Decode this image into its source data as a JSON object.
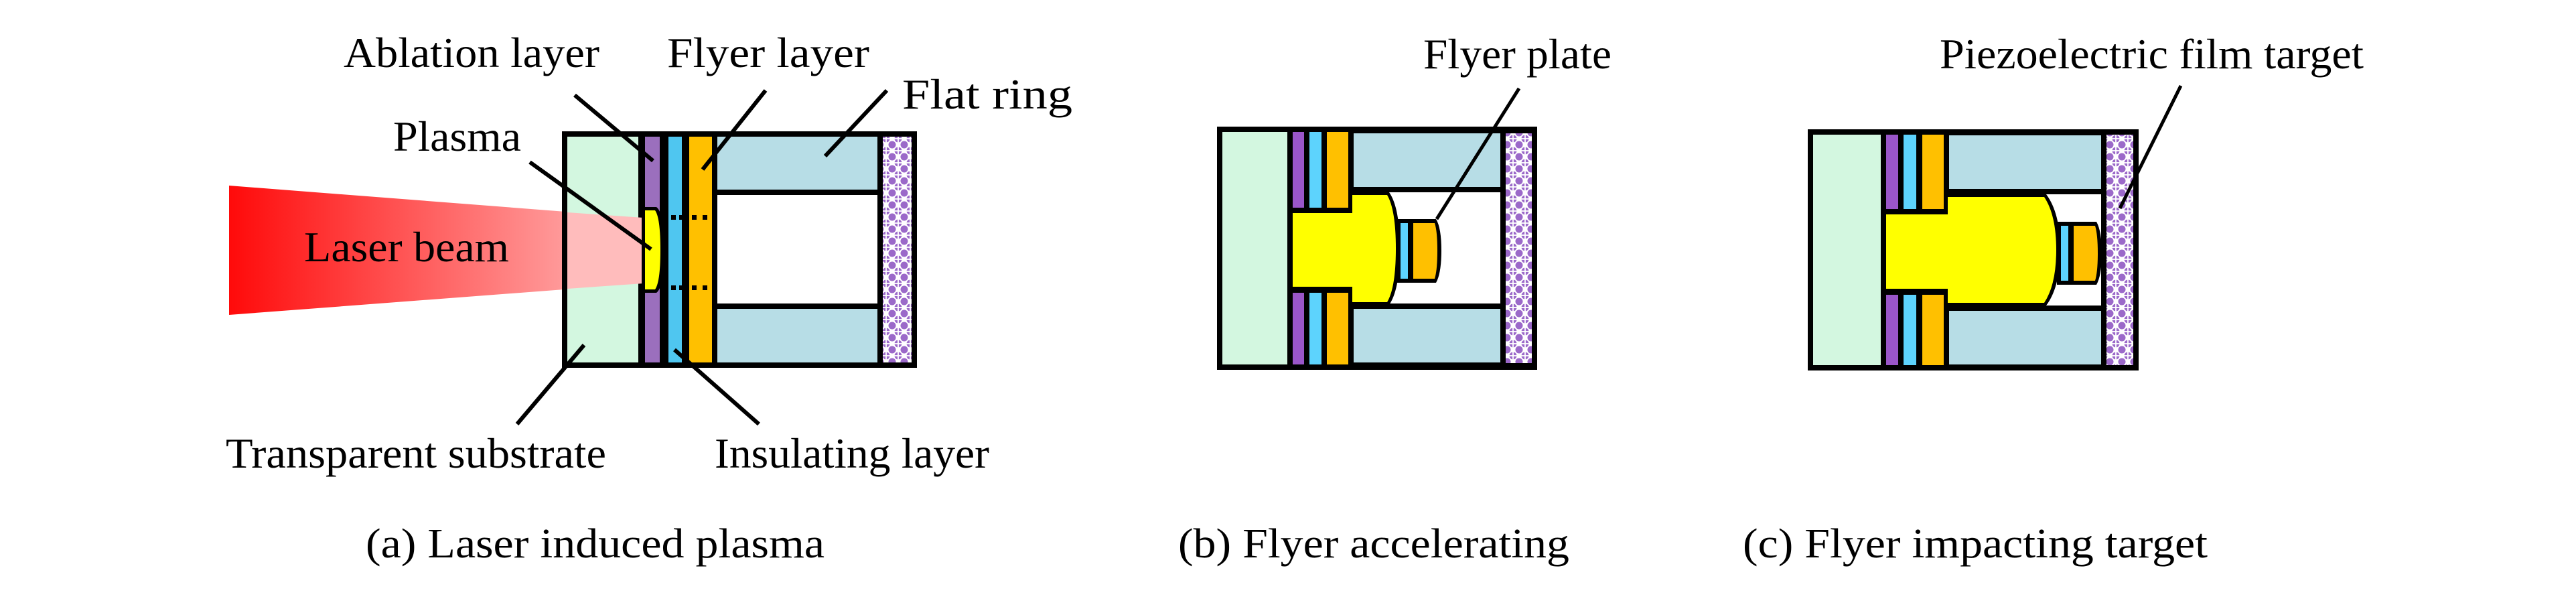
{
  "figure": {
    "colors": {
      "substrate": "#d3f7e0",
      "ablation_a": "#9b6fbd",
      "ablation": "#9a56c9",
      "insulating_a": "#4fc6f0",
      "insulating": "#5dd3fd",
      "flyer": "#ffc000",
      "flat_ring": "#b7dde6",
      "plasma": "#ffff00",
      "piezo_dot": "#8a4fc0",
      "laser_start": "#ff0a0a",
      "laser_end": "#ffbcbc",
      "outline": "#000000"
    },
    "panels": [
      {
        "id": "a",
        "caption": "(a)  Laser induced plasma",
        "labels": {
          "ablation_layer": "Ablation layer",
          "flyer_layer": "Flyer layer",
          "flat_ring": "Flat ring",
          "plasma": "Plasma",
          "laser_beam": "Laser beam",
          "transparent_substrate": "Transparent substrate",
          "insulating_layer": "Insulating layer"
        }
      },
      {
        "id": "b",
        "caption": "(b)  Flyer accelerating",
        "labels": {
          "flyer_plate": "Flyer plate"
        }
      },
      {
        "id": "c",
        "caption": "(c)  Flyer impacting target",
        "labels": {
          "piezo_target": "Piezoelectric film target"
        }
      }
    ]
  }
}
